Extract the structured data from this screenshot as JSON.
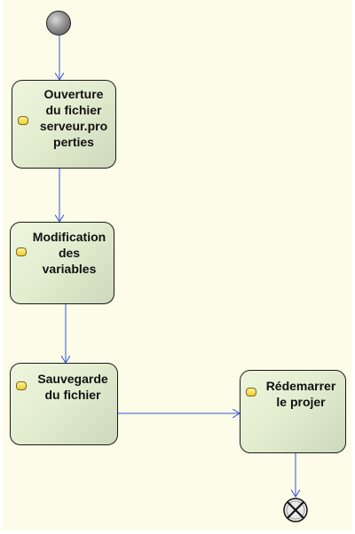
{
  "diagram": {
    "nodes": [
      {
        "id": "n1",
        "label": "Ouverture\ndu fichier\nserveur.pro\nperties"
      },
      {
        "id": "n2",
        "label": "Modification\ndes\nvariables"
      },
      {
        "id": "n3",
        "label": "Sauvegarde\ndu fichier"
      },
      {
        "id": "n4",
        "label": "Rédemarrer\nle projer"
      }
    ],
    "colors": {
      "canvas": "#fcfce8",
      "link": "#3355dd",
      "border": "#1a1a1a",
      "pin": "#f0cc30"
    }
  }
}
